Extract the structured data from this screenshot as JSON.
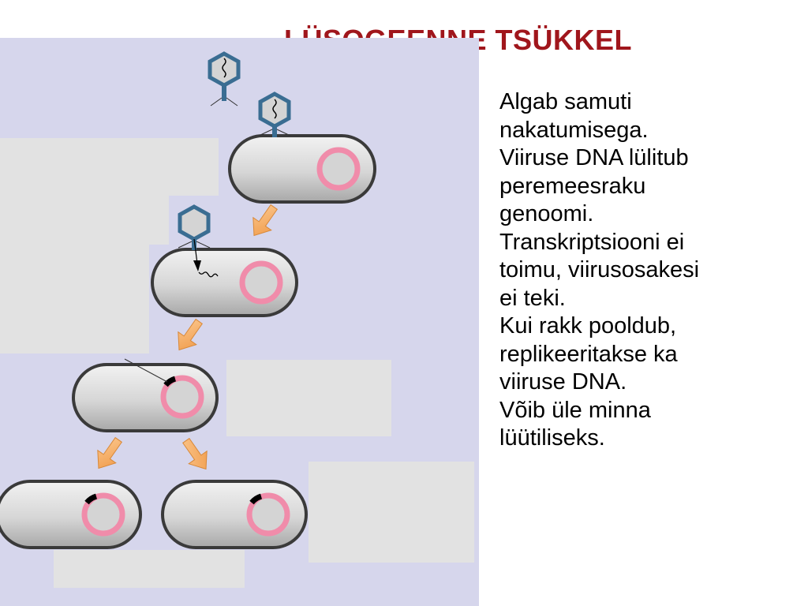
{
  "title": "LÜSOGEENNE TSÜKKEL",
  "description_lines": [
    "Algab samuti",
    "nakatumisega.",
    "Viiruse DNA lülitub",
    "peremeesraku",
    "genoomi.",
    "Transkriptsiooni ei",
    "toimu, viirusosakesi",
    "ei teki.",
    "Kui rakk pooldub,",
    "replikeeritakse ka",
    "viiruse DNA.",
    "Võib üle minna",
    "lüütiliseks."
  ],
  "colors": {
    "title": "#a0161c",
    "panel_background": "#d6d6ec",
    "gray_box": "#e2e2e2",
    "cell_fill": "#d4d4d4",
    "cell_outline": "#3a3a3a",
    "ring": "#f08caa",
    "arrow": "#f7a85a",
    "phage_head": "#3a6d92",
    "prophage": "#000000"
  },
  "icons": [
    "bacteriophage-icon",
    "bacterial-cell",
    "bacterial-chromosome-ring",
    "arrow"
  ]
}
